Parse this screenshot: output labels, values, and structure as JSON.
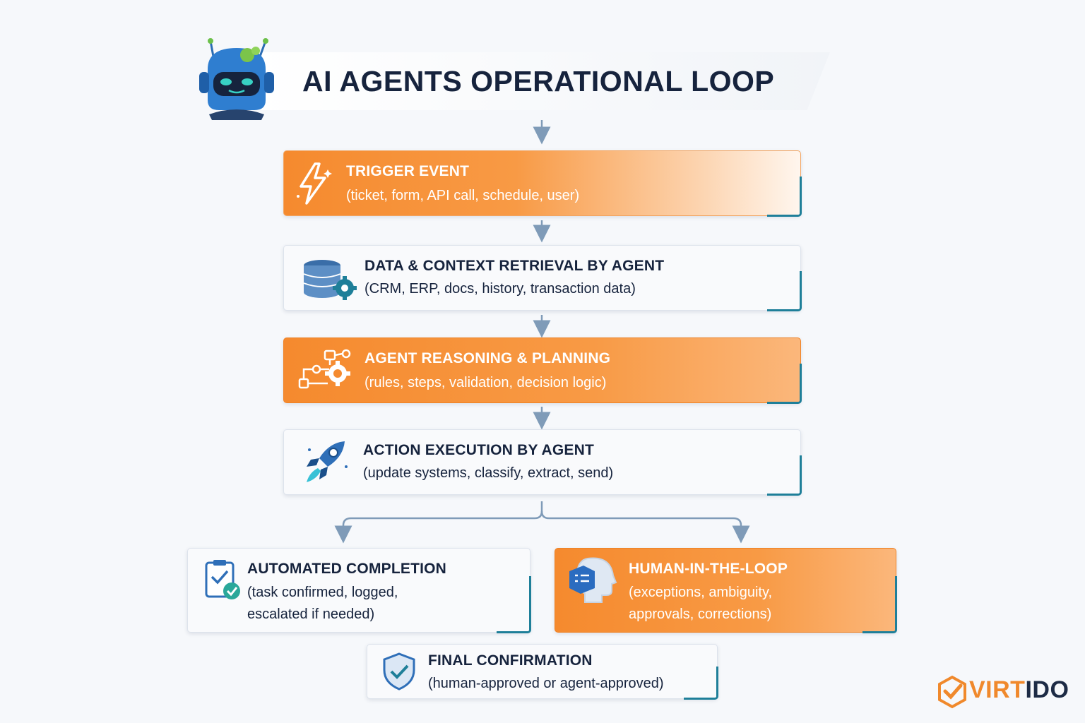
{
  "title": "AI AGENTS OPERATIONAL LOOP",
  "steps": [
    {
      "heading": "TRIGGER EVENT",
      "detail": "(ticket, form, API call, schedule, user)",
      "icon": "lightning-icon"
    },
    {
      "heading": "DATA & CONTEXT RETRIEVAL BY AGENT",
      "detail": "(CRM, ERP, docs, history, transaction data)",
      "icon": "database-gear-icon"
    },
    {
      "heading": "AGENT REASONING & PLANNING",
      "detail": "(rules, steps, validation, decision logic)",
      "icon": "workflow-gear-icon"
    },
    {
      "heading": "ACTION EXECUTION BY AGENT",
      "detail": "(update systems, classify, extract, send)",
      "icon": "rocket-icon"
    }
  ],
  "branches": [
    {
      "heading": "AUTOMATED COMPLETION",
      "detail_lines": [
        "(task confirmed, logged,",
        "escalated if needed)"
      ],
      "icon": "clipboard-check-icon"
    },
    {
      "heading": "HUMAN-IN-THE-LOOP",
      "detail_lines": [
        "(exceptions, ambiguity,",
        "approvals, corrections)"
      ],
      "icon": "human-head-icon"
    }
  ],
  "final": {
    "heading": "FINAL CONFIRMATION",
    "detail": "(human-approved or agent-approved)",
    "icon": "shield-check-icon"
  },
  "logo": {
    "part1": "VIRT",
    "part2": "IDO",
    "icon": "virtido-logo-icon"
  },
  "colors": {
    "orange": "#f58a2e",
    "navy": "#16233d",
    "teal": "#1e7f99",
    "arrow": "#7f9bb8"
  }
}
